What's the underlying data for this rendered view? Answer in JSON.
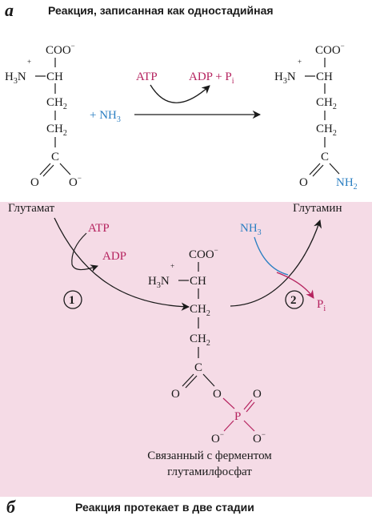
{
  "panel_a": {
    "letter": "a",
    "title": "Реакция, записанная как одностадийная",
    "left_molecule": {
      "name": "Глутамат",
      "coo": "COO",
      "nh3_prefix": "H",
      "nh3_sub": "3",
      "nh3_n": "N",
      "ch": "CH",
      "ch2_c": "CH",
      "ch2_sub": "2",
      "c": "C",
      "o": "O"
    },
    "plus_nh3": "+ NH",
    "nh3_sub": "3",
    "atp": "ATP",
    "adp_pi": "ADP + P",
    "pi_sub": "i",
    "right_molecule": {
      "name": "Глутамин",
      "nh2": "NH",
      "nh2_sub": "2"
    }
  },
  "middle": {
    "atp": "ATP",
    "adp": "ADP",
    "nh3": "NH",
    "nh3_sub": "3",
    "pi": "P",
    "pi_sub": "i",
    "step1": "1",
    "step2": "2",
    "p_atom": "P",
    "name_line1": "Связанный с ферментом",
    "name_line2": "глутамилфосфат"
  },
  "panel_b": {
    "letter": "б",
    "title": "Реакция протекает в две стадии"
  },
  "colors": {
    "pink_bg": "#f5dbe6",
    "magenta": "#b5235f",
    "blue": "#2b7fc2",
    "ink": "#1a1a1a"
  }
}
